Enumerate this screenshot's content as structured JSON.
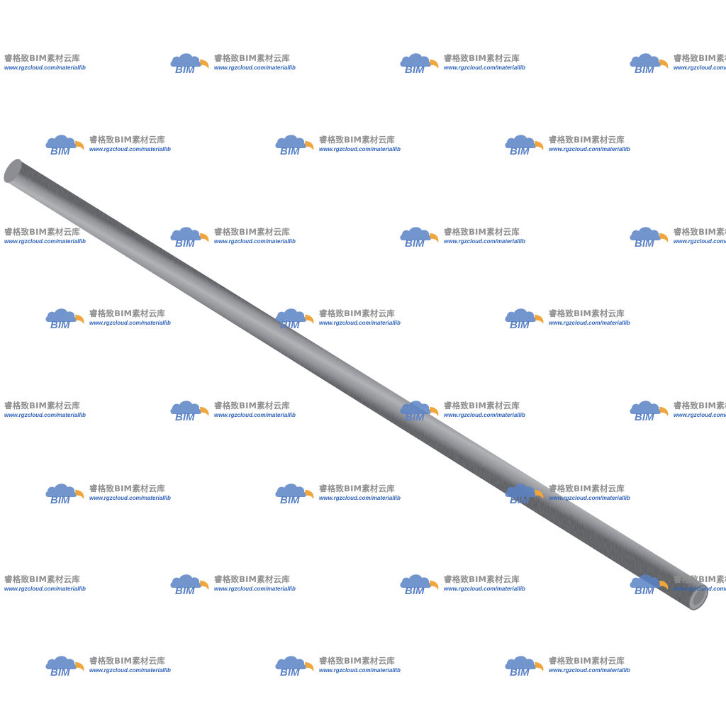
{
  "scene": {
    "subject": "steel-pipe",
    "background_color": "#ffffff",
    "pipe_colors": {
      "light": "#b5b7bb",
      "mid": "#8c8e93",
      "dark": "#55575b",
      "end_cap": "#9a9ca0"
    }
  },
  "watermark": {
    "logo_text": "BIM",
    "name": "睿格致BIM素材云库",
    "url": "www.rgzcloud.com/materiallib",
    "logo_blue": "#5b82c6",
    "logo_orange": "#f0a63c",
    "text_gray": "#8f8f8f",
    "url_blue": "#2e63b8"
  }
}
